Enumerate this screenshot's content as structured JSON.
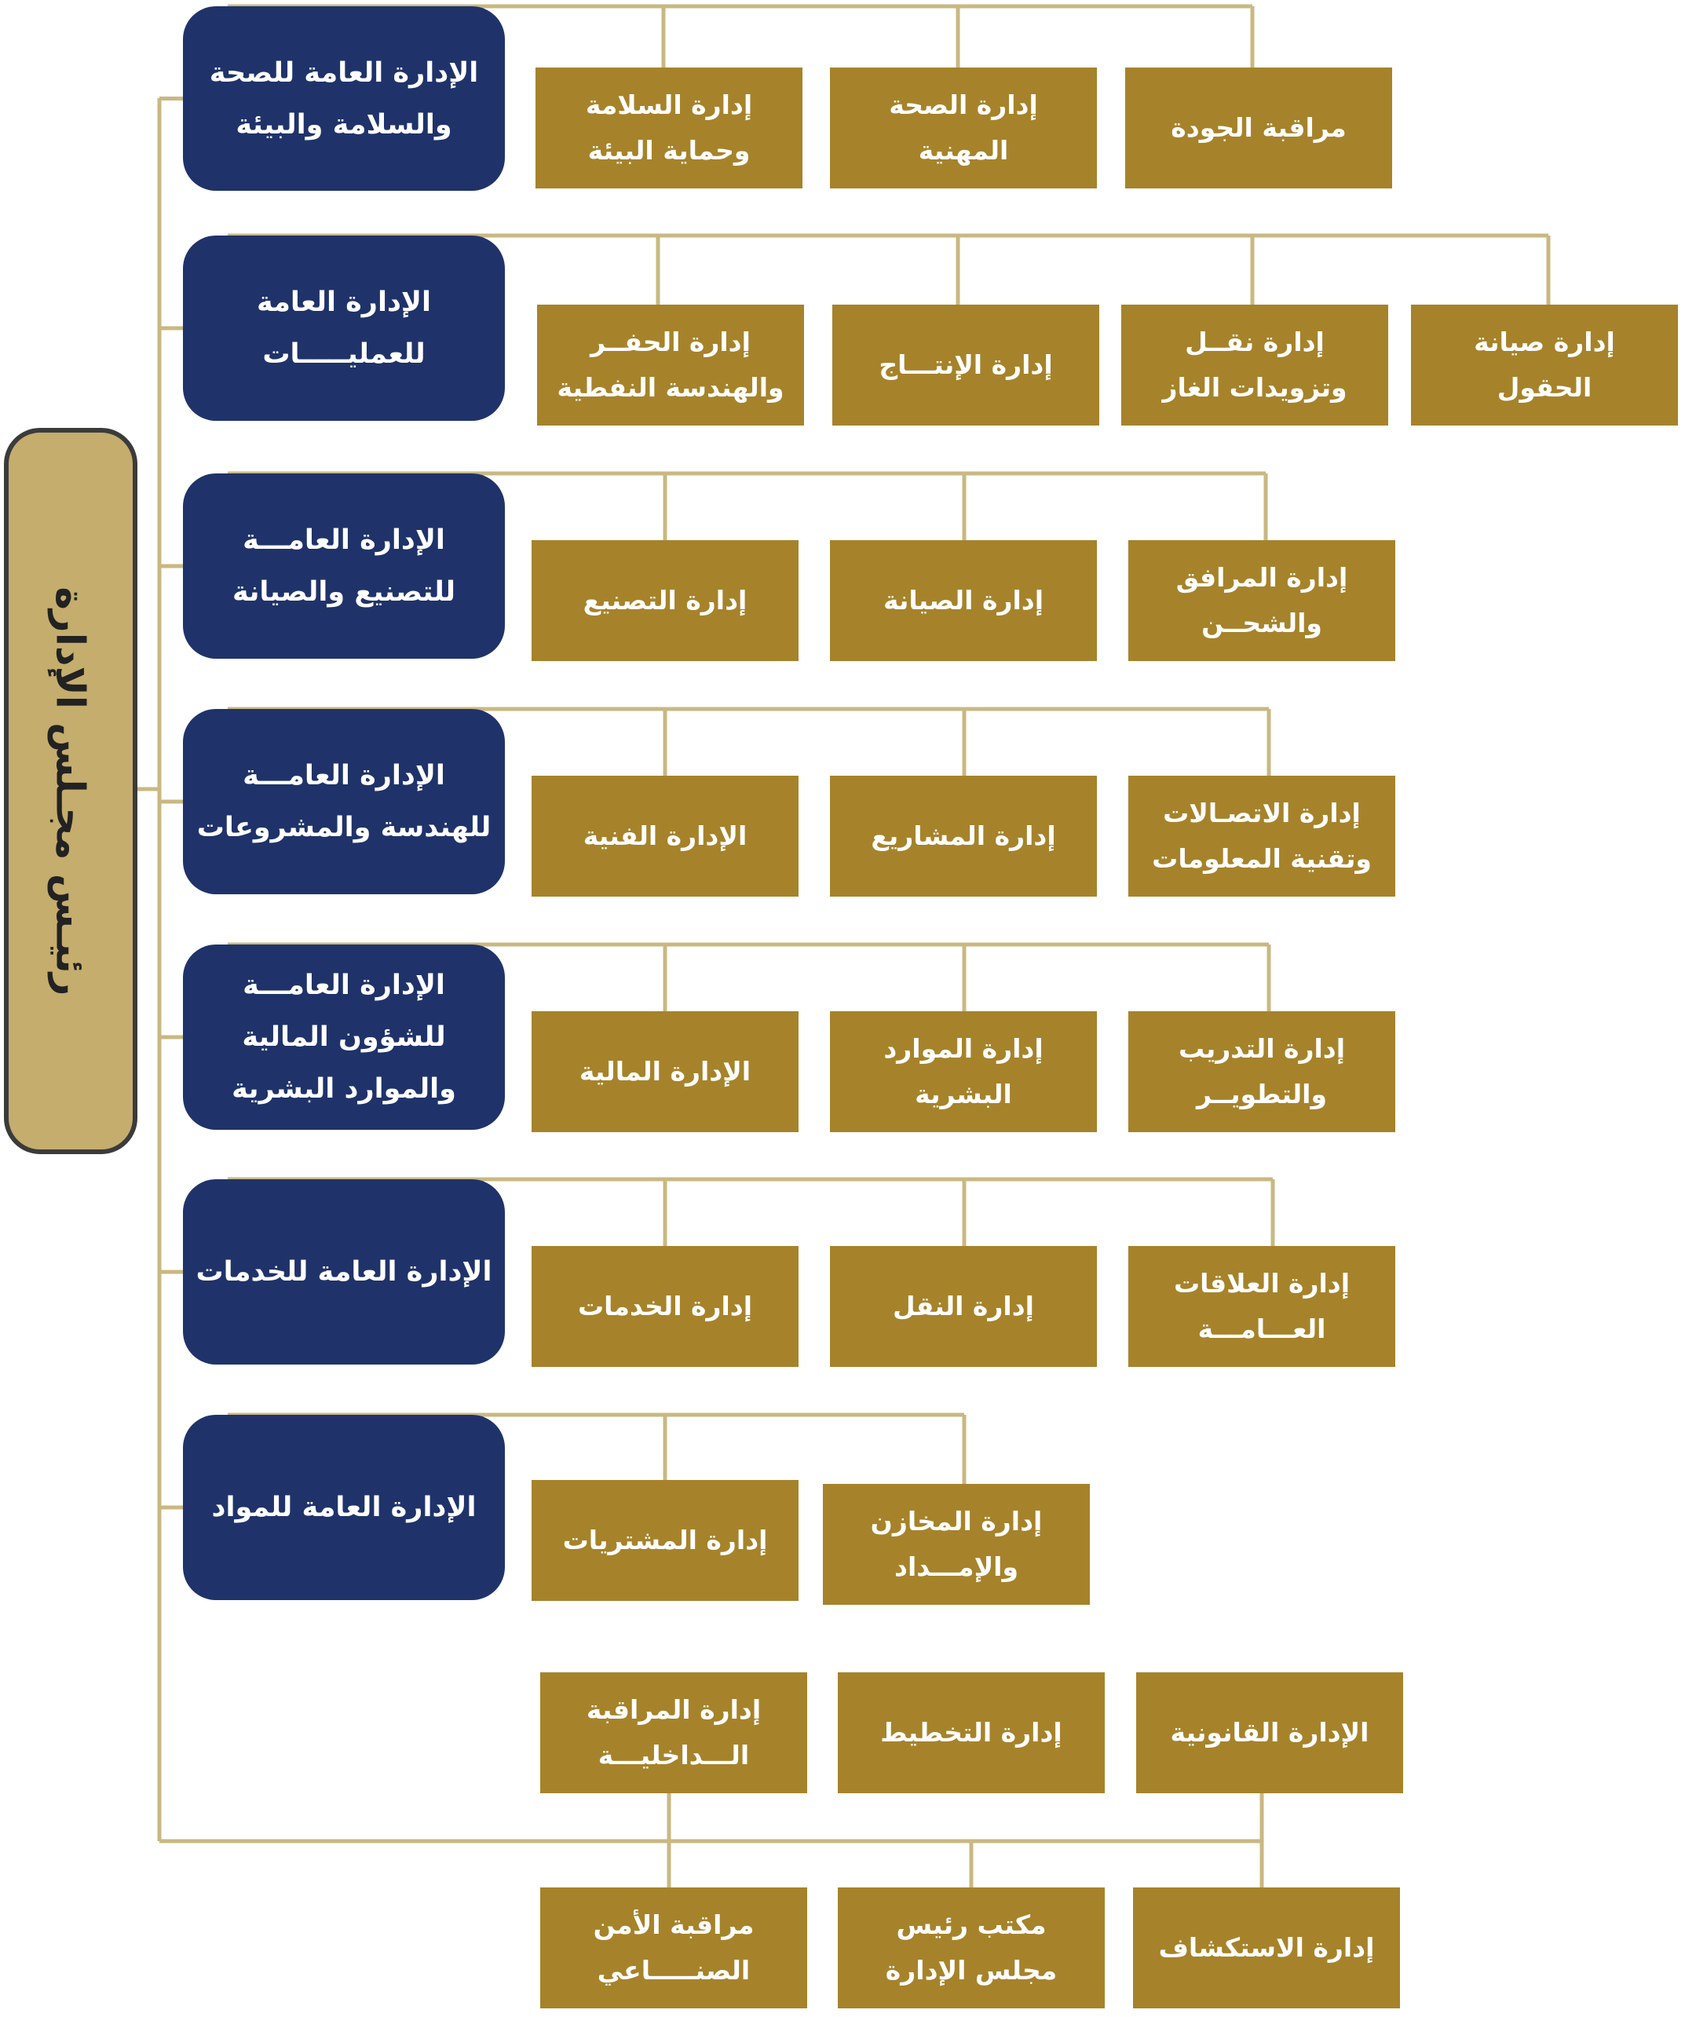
{
  "colors": {
    "connector": "#c9b882",
    "general_management": "#1f336a",
    "department": "#a6832a",
    "chairman": "#c4ad6d"
  },
  "chairman": "رئيـس مجـلس الإدارة",
  "groups": [
    {
      "title": "الإدارة العامة للصحة\nوالسلامة والبيئة",
      "departments": [
        "إدارة السلامة\nوحماية البيئة",
        "إدارة الصحة\nالمهنية",
        "مراقبة الجودة"
      ]
    },
    {
      "title": "الإدارة العامة\nللعمليـــــات",
      "departments": [
        "إدارة الحفــر\nوالهندسة النفطية",
        "إدارة الإنتـــاج",
        "إدارة نقــل\nوتزويدات الغاز",
        "إدارة صيانة\nالحقول"
      ]
    },
    {
      "title": "الإدارة العامـــة\nللتصنيع والصيانة",
      "departments": [
        "إدارة التصنيع",
        "إدارة الصيانة",
        "إدارة المرافق\nوالشحــن"
      ]
    },
    {
      "title": "الإدارة العامـــة\nللهندسة والمشروعات",
      "departments": [
        "الإدارة الفنية",
        "إدارة المشاريع",
        "إدارة الاتصـالات\nوتقنية المعلومات"
      ]
    },
    {
      "title": "الإدارة العامـــة\nللشؤون المالية\nوالموارد البشرية",
      "departments": [
        "الإدارة المالية",
        "إدارة الموارد\nالبشرية",
        "إدارة التدريب\nوالتطويــر"
      ]
    },
    {
      "title": "الإدارة العامة للخدمات",
      "departments": [
        "إدارة الخدمات",
        "إدارة النقل",
        "إدارة العلاقات\nالعـــامـــة"
      ]
    },
    {
      "title": "الإدارة العامة للمواد",
      "departments": [
        "إدارة المشتريات",
        "إدارة المخازن\nوالإمـــداد"
      ]
    }
  ],
  "direct_units_top": [
    "إدارة المراقبة\nالـــداخليـــة",
    "إدارة التخطيط",
    "الإدارة القانونية"
  ],
  "direct_units_bottom": [
    "مراقبة الأمن\nالصنـــــاعي",
    "مكتب رئيس\nمجلس الإدارة",
    "إدارة الاستكشاف"
  ]
}
